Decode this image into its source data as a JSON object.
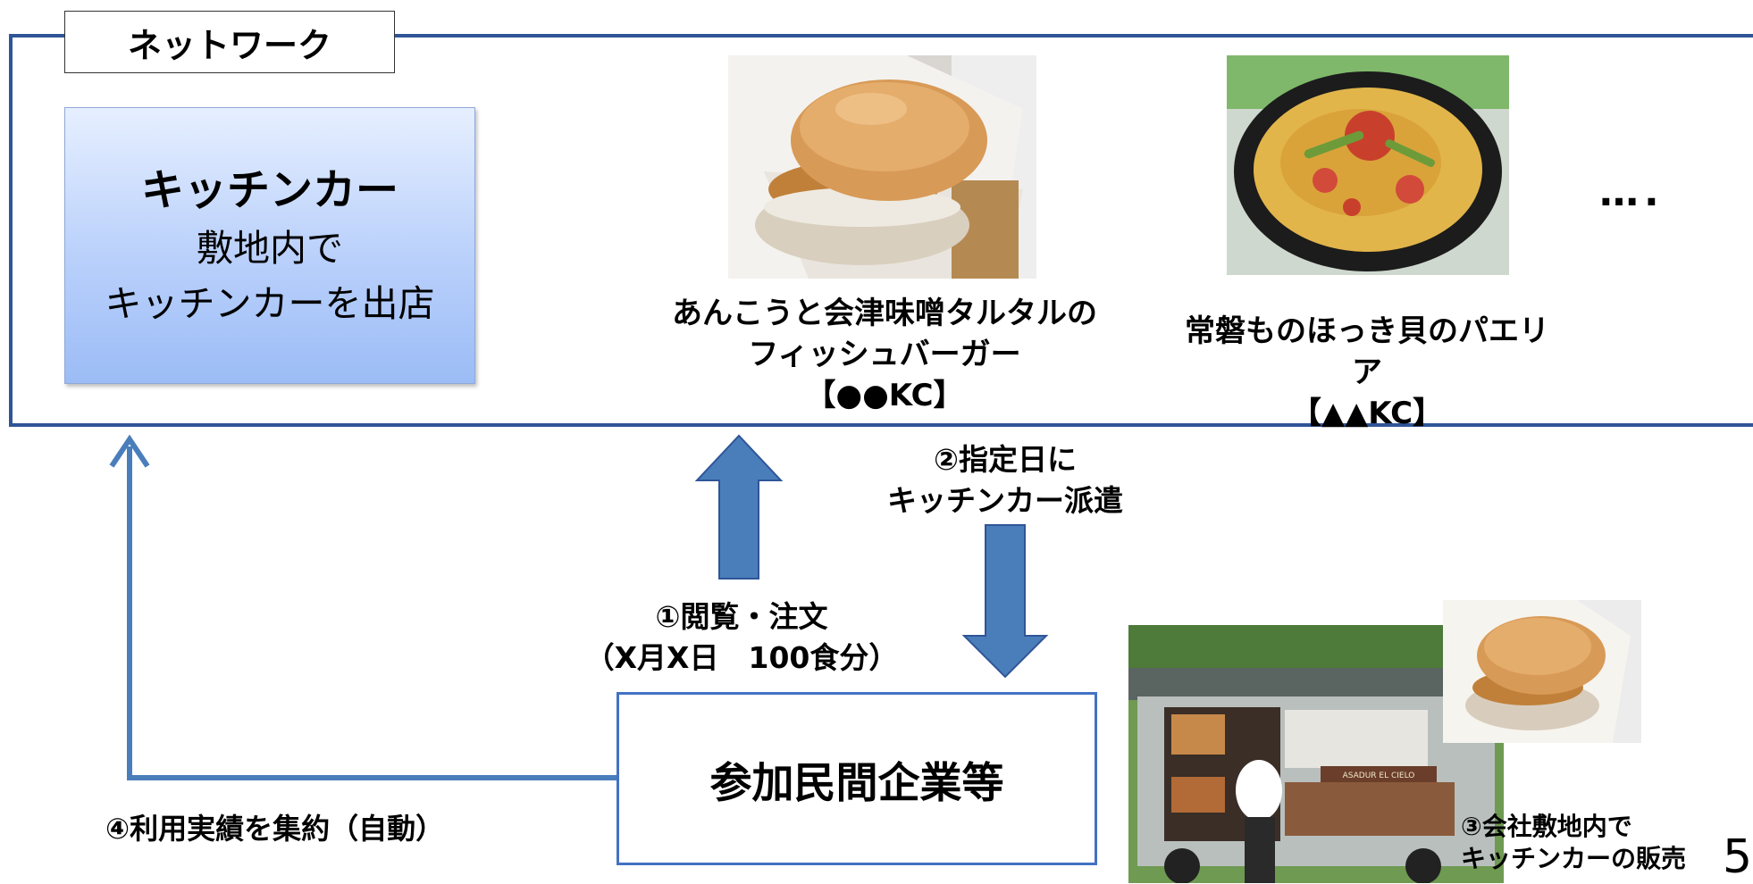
{
  "network": {
    "label": "ネットワーク"
  },
  "kitchen_car_box": {
    "title": "キッチンカー",
    "line1": "敷地内で",
    "line2": "キッチンカーを出店"
  },
  "menu_items": [
    {
      "line1": "あんこうと会津味噌タルタルの",
      "line2": "フィッシュバーガー",
      "vendor": "【●●KC】"
    },
    {
      "line1": "常磐ものほっき貝のパエリア",
      "vendor": "【▲▲KC】"
    }
  ],
  "more_items": "….",
  "steps": {
    "order_line1": "①閲覧・注文",
    "order_line2": "（X月X日　100食分）",
    "dispatch_line1": "②指定日に",
    "dispatch_line2": "キッチンカー派遣",
    "sales_line1": "③会社敷地内で",
    "sales_line2": "キッチンカーの販売",
    "aggregate": "④利用実績を集約（自動）"
  },
  "company_box": {
    "label": "参加民間企業等"
  },
  "truck_sign": "ASADUR EL CIELO",
  "page_number": "5",
  "colors": {
    "frame": "#2f5597",
    "arrow": "#4a7ebb",
    "arrow_border": "#2f5597",
    "kc_box_top": "#e6efff",
    "kc_box_bottom": "#9cbcf6"
  }
}
